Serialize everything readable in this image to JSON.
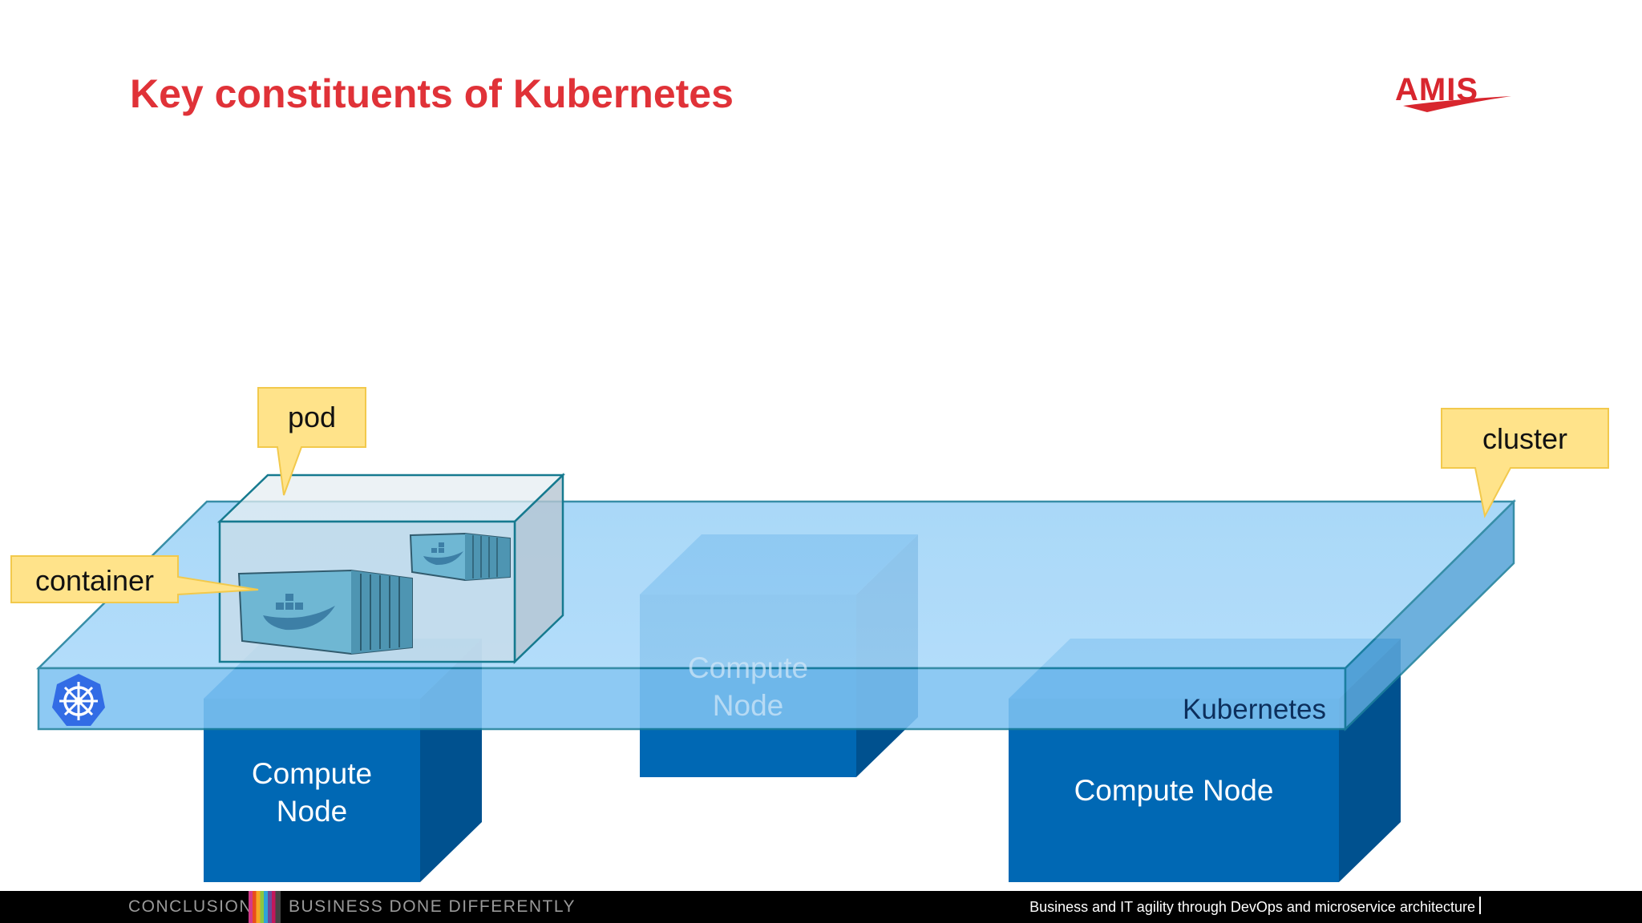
{
  "slide": {
    "title": "Key constituents of Kubernetes",
    "logo_text": "AMIS"
  },
  "diagram": {
    "compute_nodes": [
      {
        "label_line1": "Compute",
        "label_line2": "Node"
      },
      {
        "label_line1": "Compute",
        "label_line2": "Node"
      },
      {
        "label": "Compute Node"
      }
    ],
    "platform_label": "Kubernetes",
    "callouts": {
      "pod": "pod",
      "container": "container",
      "cluster": "cluster"
    },
    "icons": [
      "kubernetes-wheel-icon",
      "docker-whale-icon"
    ],
    "colors": {
      "title": "#e03238",
      "node_front": "#0068b4",
      "node_side": "#00518f",
      "platform": "#8ccaf5",
      "callout": "#ffe38a"
    }
  },
  "footer": {
    "section": "CONCLUSION",
    "tagline": "BUSINESS DONE DIFFERENTLY",
    "subtitle": "Business and IT agility through DevOps and microservice architecture"
  }
}
